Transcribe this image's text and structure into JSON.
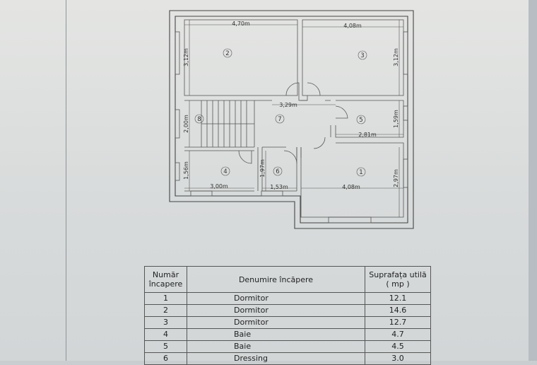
{
  "plan": {
    "dimensions": {
      "room2_width": "4,70m",
      "room2_height": "3,12m",
      "room3_width": "4,08m",
      "room3_height": "3,12m",
      "hall_width": "3,29m",
      "room8_height": "2,00m",
      "room5_width": "2,81m",
      "room5_height": "1,59m",
      "room4_height": "1,56m",
      "room4_width": "3,00m",
      "room6_height": "1,97m",
      "room6_width": "1,53m",
      "room1_width": "4,08m",
      "room1_height": "2,97m"
    },
    "room_numbers": [
      "1",
      "2",
      "3",
      "4",
      "5",
      "6",
      "7",
      "8"
    ]
  },
  "table": {
    "headers": {
      "number": [
        "Număr",
        "încapere"
      ],
      "name": "Denumire încăpere",
      "area": [
        "Suprafața utilă",
        "( mp )"
      ]
    },
    "rows": [
      {
        "nr": "1",
        "name": "Dormitor",
        "area": "12.1"
      },
      {
        "nr": "2",
        "name": "Dormitor",
        "area": "14.6"
      },
      {
        "nr": "3",
        "name": "Dormitor",
        "area": "12.7"
      },
      {
        "nr": "4",
        "name": "Baie",
        "area": "4.7"
      },
      {
        "nr": "5",
        "name": "Baie",
        "area": "4.5"
      },
      {
        "nr": "6",
        "name": "Dressing",
        "area": "3.0"
      }
    ]
  }
}
